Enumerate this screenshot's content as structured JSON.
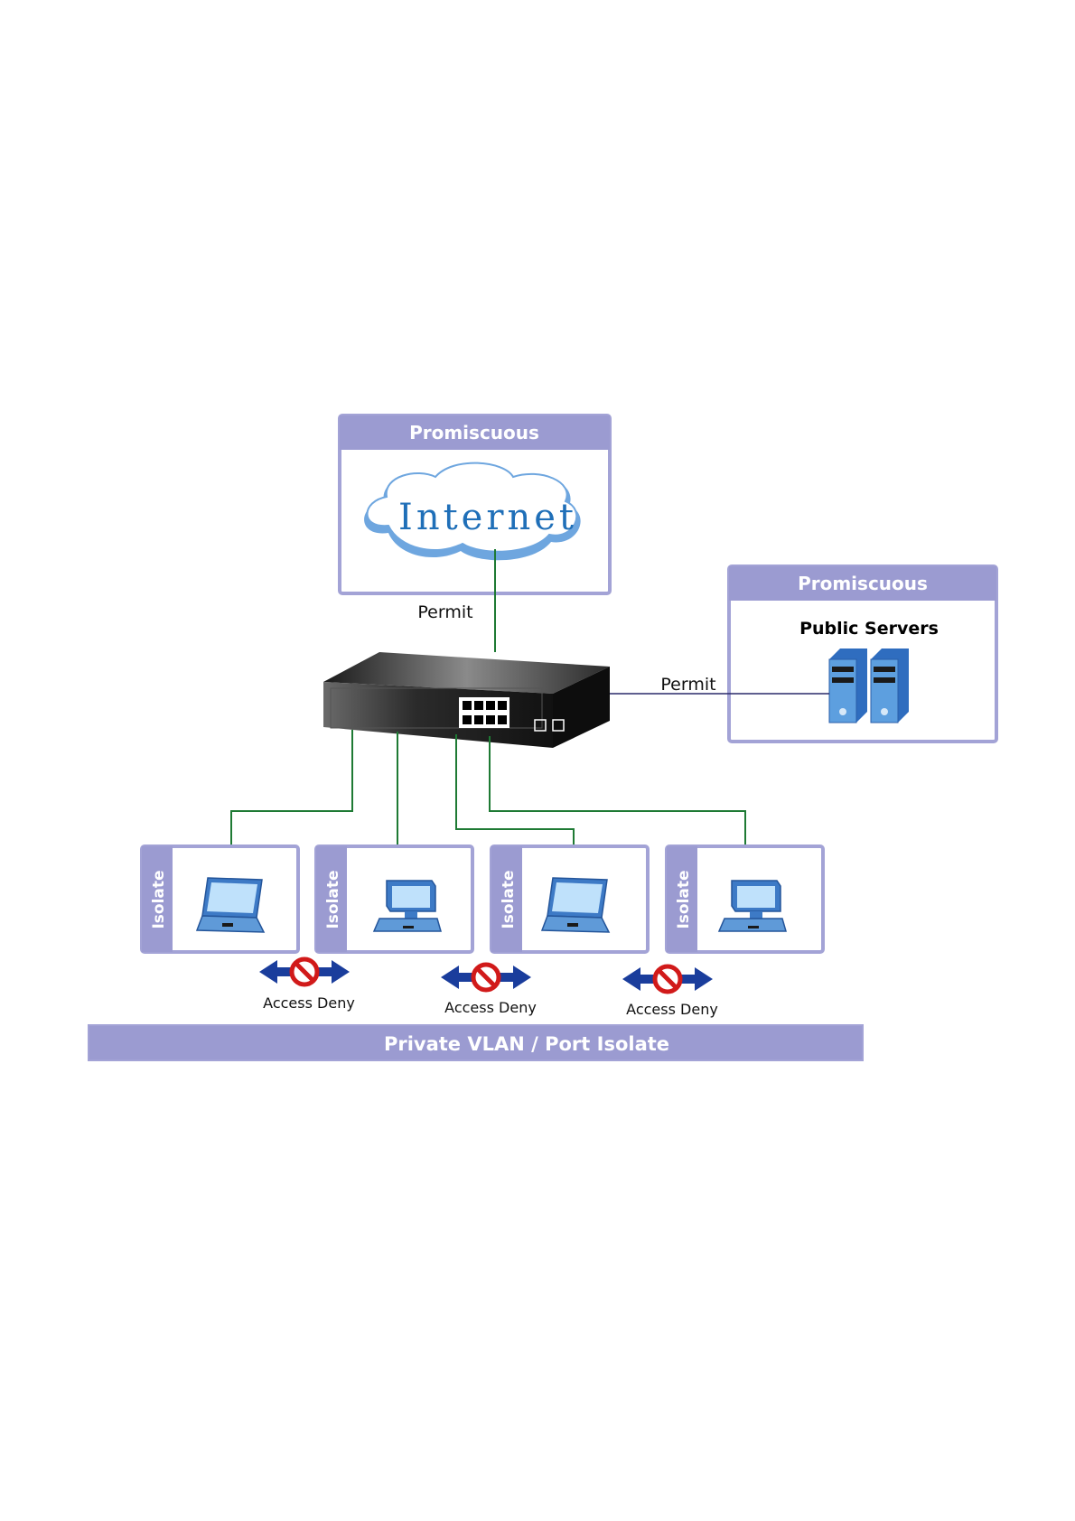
{
  "internet_box": {
    "header": "Promiscuous",
    "cloud_label": "Internet",
    "link_label": "Permit"
  },
  "server_box": {
    "header": "Promiscuous",
    "title": "Public Servers",
    "link_label": "Permit"
  },
  "isolate_label": "Isolate",
  "access_deny_label": "Access Deny",
  "banner": "Private VLAN / Port Isolate",
  "colors": {
    "box_header": "#9b9bd1",
    "box_border": "#a3a3d6",
    "wire": "#1e7a34",
    "arrow": "#1a3d9c",
    "deny": "#d11a1a",
    "cloud": "#6ea6df"
  }
}
